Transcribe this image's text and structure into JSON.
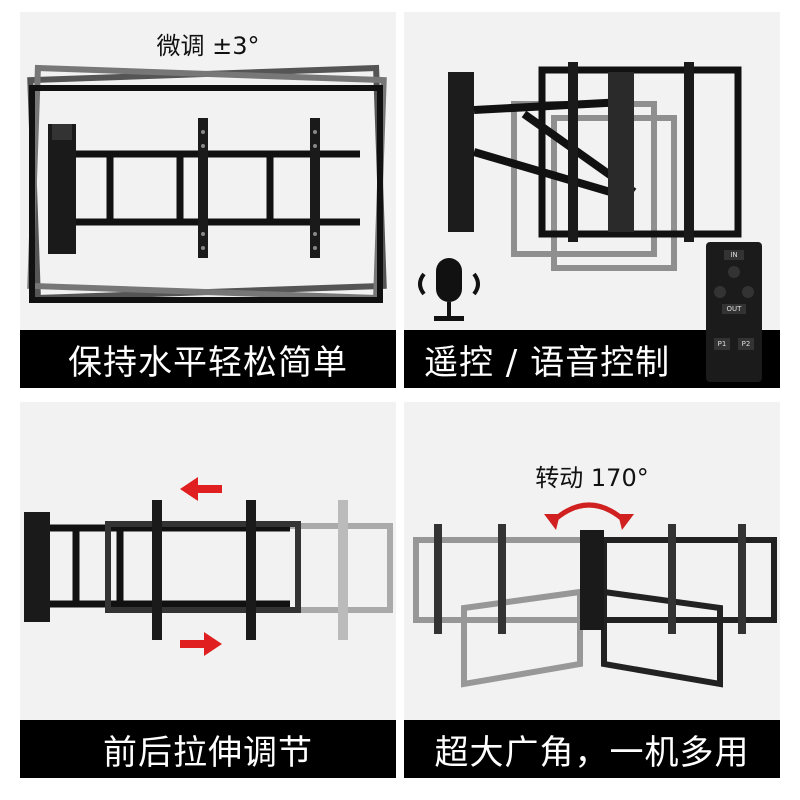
{
  "panels": [
    {
      "caption": "保持水平轻松简单",
      "note": "微调 ±3°"
    },
    {
      "caption": "遥控 / 语音控制",
      "remote": {
        "in": "IN",
        "out": "OUT",
        "p1": "P1",
        "p2": "P2"
      }
    },
    {
      "caption": "前后拉伸调节"
    },
    {
      "caption": "超大广角，一机多用",
      "note": "转动 170°"
    }
  ],
  "colors": {
    "caption_bg": "#000000",
    "arrow": "#e02020",
    "panel_bg": "#f2f2f2"
  }
}
